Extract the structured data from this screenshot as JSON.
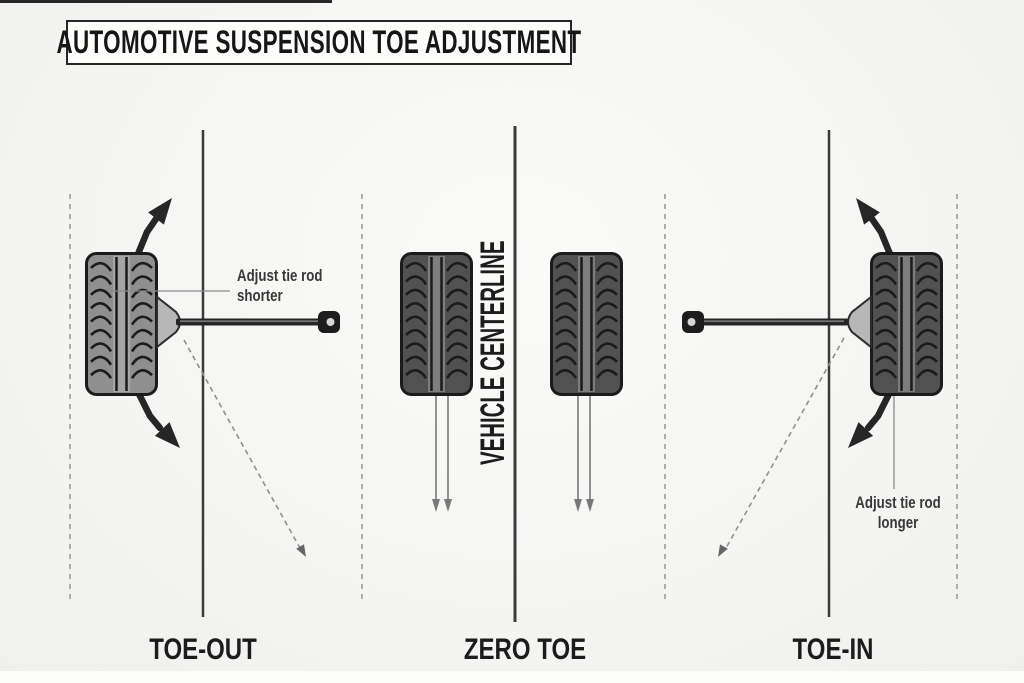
{
  "title": "AUTOMOTIVE SUSPENSION TOE ADJUSTMENT",
  "centerline_label": "VEHICLE CENTERLINE",
  "sections": {
    "toe_out": {
      "label": "TOE-OUT",
      "annotation": [
        "Adjust tie rod",
        "shorter"
      ]
    },
    "zero_toe": {
      "label": "ZERO TOE"
    },
    "toe_in": {
      "label": "TOE-IN",
      "annotation": [
        "Adjust tie rod",
        "longer"
      ]
    }
  },
  "colors": {
    "background": "#f5f5f3",
    "solid_line": "#3b3b3b",
    "dashed_line": "#9b9b9b",
    "arrow": "#262626",
    "thin_arrow": "#787878",
    "tread": "#1b1b1b",
    "tire_body_light": "#8f8f8f",
    "tire_stripe_light": "#a6a6a6",
    "tire_body_dark": "#515151",
    "tire_stripe_dark": "#7d7d7d",
    "cone": "#b7b7b7",
    "rod": "#242424",
    "title_text": "#161616",
    "label_text": "#1c1c1c",
    "annotation_text": "#383838"
  }
}
